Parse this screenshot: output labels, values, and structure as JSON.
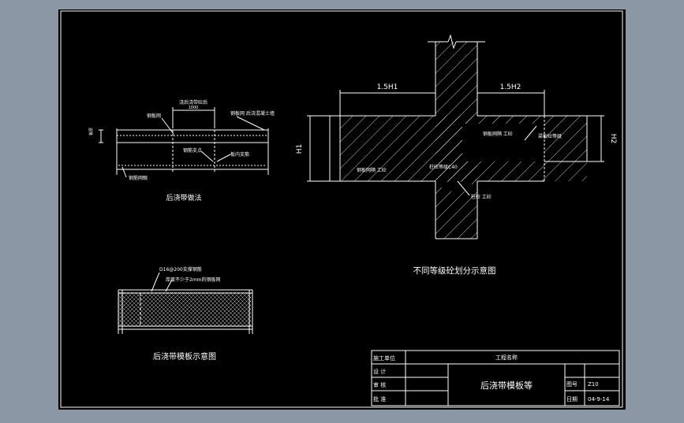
{
  "colors": {
    "background": "#8c97a6",
    "sheet": "#000000",
    "line": "#ffffff",
    "accent": "#e8e8e8"
  },
  "detail1": {
    "caption": "后浇带做法",
    "label_top": "浇后浇带砼后",
    "label_width": "1000",
    "label_mesh_left": "钢板网",
    "label_mesh_right": "钢板网 后浇混凝土墙",
    "label_height": "板厚",
    "label_rebar": "钢筋支点",
    "label_band": "板内支筋",
    "label_bottom": "钢筋网眼"
  },
  "detail2": {
    "caption": "后浇带模板示意图",
    "label_support": "D16@200支撑钢筋",
    "label_mesh": "厚度不少于2mm的钢板网"
  },
  "detail3": {
    "caption": "不同等级砼划分示意图",
    "dim_left": "1.5H1",
    "dim_right": "1.5H2",
    "dim_h1": "H1",
    "dim_h2": "H2",
    "label_mesh_left": "钢板网隔 工砼",
    "label_mesh_right": "钢板网隔 工砼",
    "label_outer": "梁板砼等级",
    "label_column": "柱砼等级C40",
    "label_joint": "柱砼 工砼"
  },
  "title_block": {
    "row1_label": "施工单位",
    "row1_project": "工程名称",
    "row2_label": "设 计",
    "row3_label": "审 核",
    "row4_label": "批 准",
    "drawing_title": "后浇带模板等",
    "drawing_no_label": "图号",
    "drawing_no": "Z10",
    "date_label": "日期",
    "date": "04-9-14"
  }
}
